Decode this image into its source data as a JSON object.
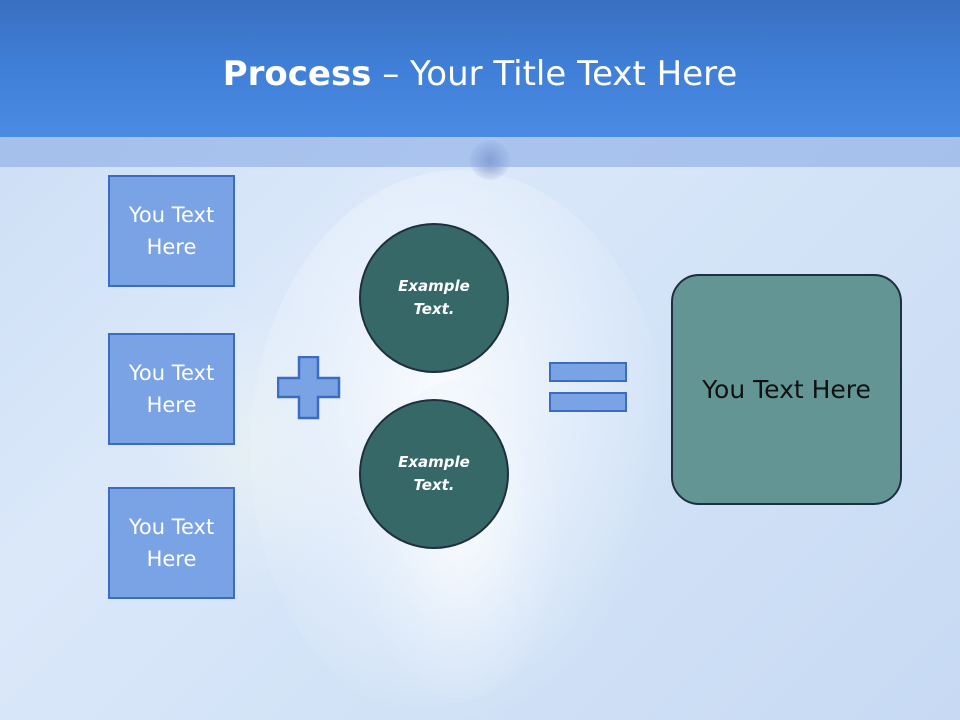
{
  "header": {
    "title_bold": "Process",
    "title_rest": " – Your Title Text Here"
  },
  "inputs": [
    {
      "label": "You Text Here"
    },
    {
      "label": "You Text Here"
    },
    {
      "label": "You Text Here"
    }
  ],
  "operators": {
    "plus_icon": "plus-sign",
    "equals_icon": "equals-sign"
  },
  "examples": [
    {
      "label": "Example Text."
    },
    {
      "label": "Example Text."
    }
  ],
  "result": {
    "label": "You Text Here"
  },
  "colors": {
    "header": "#3f7ed6",
    "box_fill": "#7aa3e6",
    "box_border": "#3b6cc4",
    "circle_fill": "#366868",
    "result_fill": "#639595"
  }
}
